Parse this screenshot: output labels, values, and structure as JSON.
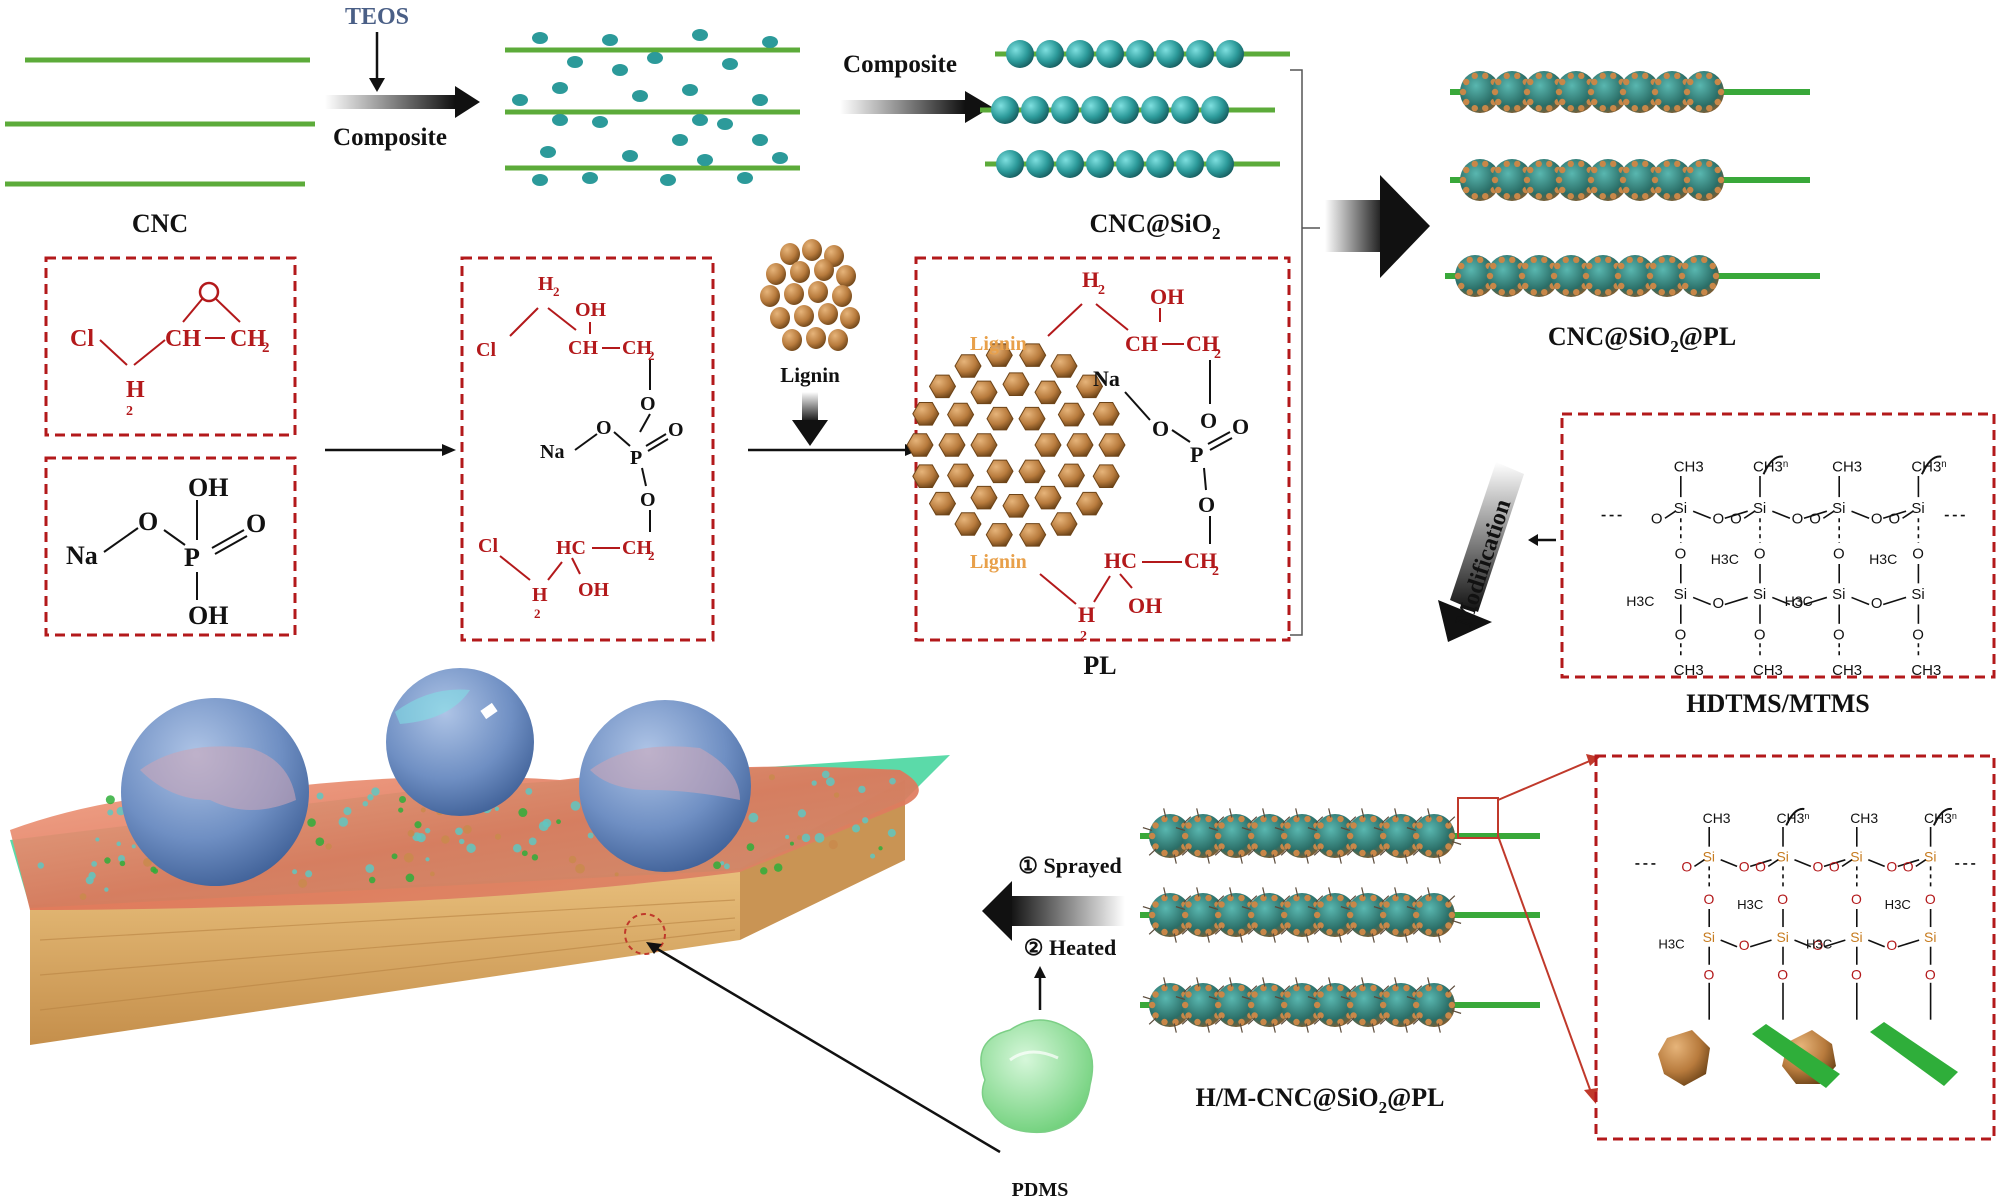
{
  "labels": {
    "teos": "TEOS",
    "composite_1": "Composite",
    "composite_2": "Composite",
    "cnc": "CNC",
    "cnc_sio2_prefix": "CNC@SiO",
    "cnc_sio2_sub": "2",
    "cnc_sio2_pl_prefix": "CNC@SiO",
    "cnc_sio2_pl_sub": "2",
    "cnc_sio2_pl_suffix": "@PL",
    "lignin": "Lignin",
    "pl": "PL",
    "hdtms_mtms": "HDTMS/MTMS",
    "modification": "Modification",
    "sprayed": "① Sprayed",
    "heated": "② Heated",
    "pdms": "PDMS",
    "hm_prefix": "H/M-CNC@SiO",
    "hm_sub": "2",
    "hm_suffix": "@PL"
  },
  "chem": {
    "epichlorohydrin": {
      "cl": "Cl",
      "ch": "CH",
      "ch2": "CH",
      "sub2": "2",
      "h": "H",
      "hsub": "2"
    },
    "phosphate": {
      "na": "Na",
      "o": "O",
      "p": "P",
      "oh1": "OH",
      "oh2": "OH",
      "o_dbl": "O"
    },
    "intermediate": {
      "h2": "H",
      "h2sub": "2",
      "oh_top": "OH",
      "cl_top": "Cl",
      "ch_top": "CH",
      "ch2_top": "CH",
      "ch2sub": "2",
      "o1": "O",
      "na": "Na",
      "o2": "O",
      "p": "P",
      "o_dbl": "O",
      "o3": "O",
      "cl_bot": "Cl",
      "hc_bot": "HC",
      "ch2_bot": "CH",
      "ch2sub_b": "2",
      "h_bot": "H",
      "hsub_b": "2",
      "oh_bot": "OH"
    },
    "pl": {
      "h2": "H",
      "h2sub": "2",
      "oh_top": "OH",
      "lignin_top": "Lignin",
      "ch_top": "CH",
      "ch2_top": "CH",
      "ch2sub": "2",
      "na": "Na",
      "o1": "O",
      "p": "P",
      "o_dbl": "O",
      "o2": "O",
      "o3": "O",
      "lignin_bot": "Lignin",
      "hc_bot": "HC",
      "ch2_bot": "CH",
      "ch2sub_b": "2",
      "oh_bot": "OH",
      "h_bot": "H",
      "hsub_b": "2"
    },
    "silane_top": {
      "ch3": "CH3",
      "si": "Si",
      "o": "O",
      "h3c": "H3C",
      "n": "n"
    },
    "silane_bottom": {
      "ch3": "CH3",
      "si": "Si",
      "o": "O",
      "h3c": "H3C",
      "n": "n"
    }
  },
  "colors": {
    "rod": "#5cab3a",
    "silica": "#2c9a9a",
    "lignin": "#b87b3d",
    "box_border": "#b3191b",
    "chem_red": "#b3191b",
    "water_drop": "#6f8fc3",
    "wood": "#d9a862",
    "coating": "#e58a68",
    "pdms": "#8fdc98"
  }
}
